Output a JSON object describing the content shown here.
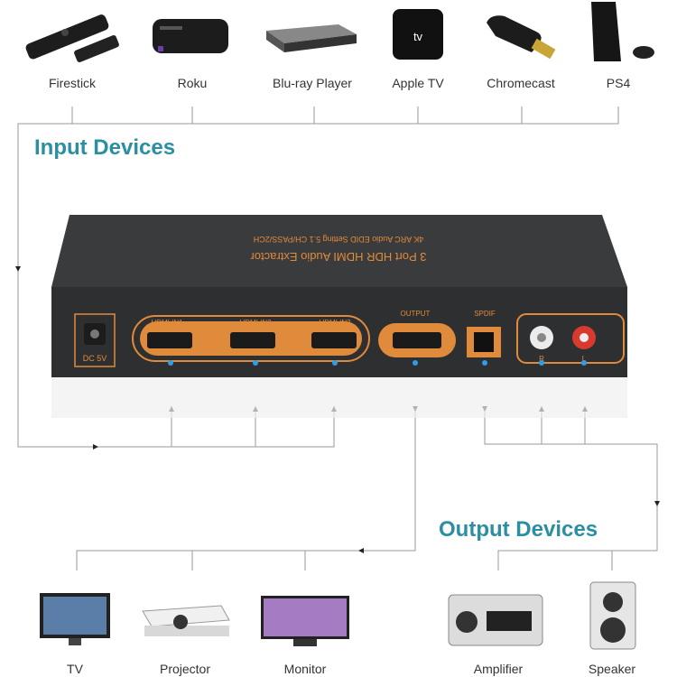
{
  "input_devices_title": "Input Devices",
  "output_devices_title": "Output Devices",
  "input_devices": [
    {
      "label": "Firestick",
      "icon": "firestick-icon"
    },
    {
      "label": "Roku",
      "icon": "roku-icon"
    },
    {
      "label": "Blu-ray Player",
      "icon": "bluray-player-icon"
    },
    {
      "label": "Apple TV",
      "icon": "apple-tv-icon"
    },
    {
      "label": "Chromecast",
      "icon": "chromecast-icon"
    },
    {
      "label": "PS4",
      "icon": "ps4-icon"
    }
  ],
  "output_devices": [
    {
      "label": "TV",
      "icon": "tv-icon"
    },
    {
      "label": "Projector",
      "icon": "projector-icon"
    },
    {
      "label": "Monitor",
      "icon": "monitor-icon"
    },
    {
      "label": "Amplifier",
      "icon": "amplifier-icon"
    },
    {
      "label": "Speaker",
      "icon": "speaker-icon"
    }
  ],
  "device": {
    "top_text_line1": "3 Port HDR HDMI Audio Extractor",
    "top_text_line2": "4K ARC Audio EDID Setting 5.1 CH/PASS/2CH",
    "dc_label": "DC 5V",
    "hdmi_in1": "HDMI IN1",
    "hdmi_in2": "HDMI IN2",
    "hdmi_in3": "HDMI IN3",
    "output_label": "OUTPUT",
    "spdif_label": "SPDIF",
    "r_label": "R",
    "l_label": "L"
  },
  "colors": {
    "title": "#2a8fa3",
    "device_body": "#2e2f31",
    "device_accent": "#e08a3c",
    "wire": "#9a9a9a"
  }
}
